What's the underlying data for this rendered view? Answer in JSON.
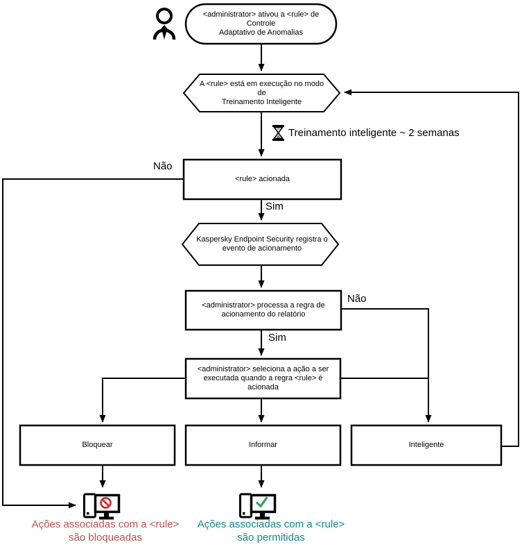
{
  "diagram": {
    "title_hint": "Adaptive Anomaly Control rule flowchart (Kaspersky, pt-BR)",
    "nodes": {
      "start": {
        "label": "<administrator> ativou a <rule> de Controle\nAdaptativo de Anomalias"
      },
      "training_mode": {
        "label": "A <rule> está em execução no modo de\nTreinamento Inteligente"
      },
      "rule_triggered": {
        "label": "<rule> acionada"
      },
      "kes_registers": {
        "label": "Kaspersky Endpoint Security registra o\nevento de acionamento"
      },
      "admin_processes": {
        "label": "<administrator> processa a regra de\nacionamento do relatório"
      },
      "admin_selects": {
        "label": "<administrator> seleciona a ação a ser\nexecutada quando a regra <rule> é\nacionada"
      },
      "action_block": {
        "label": "Bloquear"
      },
      "action_inform": {
        "label": "Informar"
      },
      "action_smart": {
        "label": "Inteligente"
      }
    },
    "edge_labels": {
      "no_left": "Não",
      "yes_first": "Sim",
      "no_right": "Não",
      "yes_second": "Sim"
    },
    "annotations": {
      "training_duration": "Treinamento inteligente ~ 2 semanas",
      "blocked_caption": "Ações associadas com a <rule>\nsão bloqueadas",
      "allowed_caption": "Ações associadas com a <rule>\nsão permitidas"
    },
    "icons": {
      "actor": "actor-icon",
      "hourglass": "hourglass-icon",
      "computer_blocked": "computer-blocked-icon",
      "computer_allowed": "computer-allowed-icon"
    },
    "colors": {
      "line": "#000000",
      "blocked_text": "#c0504d",
      "allowed_text": "#108888",
      "prohibition_sign": "#d32f2f",
      "checkmark": "#27a567"
    }
  }
}
